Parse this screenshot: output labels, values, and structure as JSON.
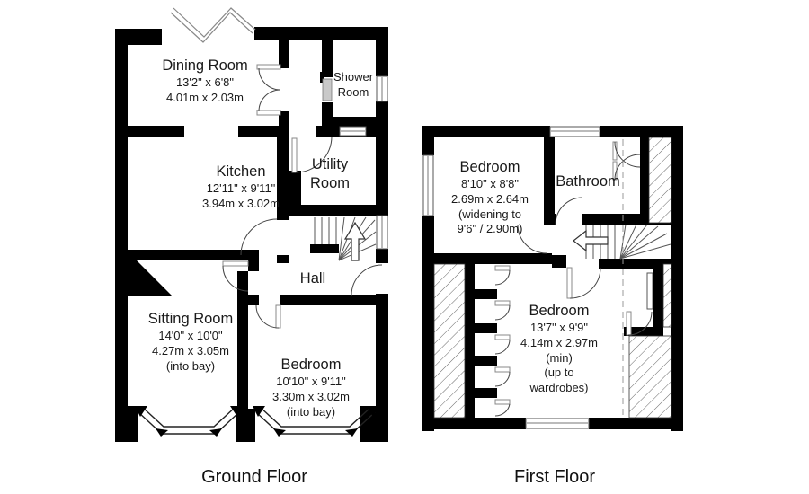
{
  "floors": {
    "ground": {
      "title": "Ground Floor",
      "rooms": {
        "dining": {
          "name": "Dining Room",
          "dims_ft": "13'2\" x 6'8\"",
          "dims_m": "4.01m x 2.03m"
        },
        "shower": {
          "line1": "Shower",
          "line2": "Room"
        },
        "kitchen": {
          "name": "Kitchen",
          "dims_ft": "12'11\" x 9'11\"",
          "dims_m": "3.94m x 3.02m"
        },
        "utility": {
          "line1": "Utility",
          "line2": "Room"
        },
        "hall": {
          "name": "Hall"
        },
        "sitting": {
          "name": "Sitting Room",
          "dims_ft": "14'0\" x 10'0\"",
          "dims_m": "4.27m x 3.05m",
          "note": "(into bay)"
        },
        "bedroom": {
          "name": "Bedroom",
          "dims_ft": "10'10\" x 9'11\"",
          "dims_m": "3.30m x 3.02m",
          "note": "(into bay)"
        }
      }
    },
    "first": {
      "title": "First Floor",
      "rooms": {
        "bedroom1": {
          "name": "Bedroom",
          "dims_ft": "8'10\" x 8'8\"",
          "dims_m": "2.69m x 2.64m",
          "note1": "(widening to",
          "note2": "9'6\" / 2.90m)"
        },
        "bathroom": {
          "name": "Bathroom"
        },
        "bedroom2": {
          "name": "Bedroom",
          "dims_ft": "13'7\" x 9'9\"",
          "dims_m": "4.14m x 2.97m",
          "note1": "(min)",
          "note2": "(up to",
          "note3": "wardrobes)"
        }
      }
    }
  },
  "colors": {
    "wall": "#000000",
    "background": "#ffffff",
    "hatch_line": "#666666",
    "dashed_line": "#9a9a9a"
  }
}
